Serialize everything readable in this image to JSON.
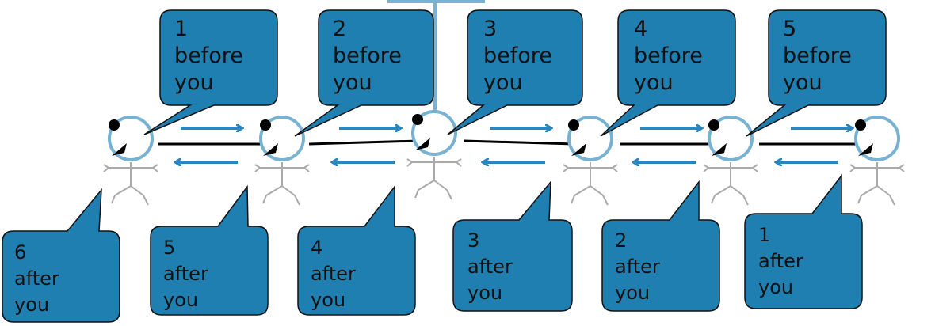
{
  "colors": {
    "bubble_fill": "#1f7fb0",
    "bubble_stroke": "#111111",
    "head_ring": "#78b2d2",
    "arrow": "#2b86c0",
    "rope": "#000000",
    "body_lines": "#aaaaaa",
    "pole": "#78b2d2"
  },
  "top_bubbles": [
    {
      "num": "1",
      "text": "1\nbefore\nyou"
    },
    {
      "num": "2",
      "text": "2\nbefore\nyou"
    },
    {
      "num": "3",
      "text": "3\nbefore\nyou"
    },
    {
      "num": "4",
      "text": "4\nbefore\nyou"
    },
    {
      "num": "5",
      "text": "5\nbefore\nyou"
    }
  ],
  "bottom_bubbles": [
    {
      "num": "6",
      "text": "6\nafter\nyou"
    },
    {
      "num": "5",
      "text": "5\nafter\nyou"
    },
    {
      "num": "4",
      "text": "4\nafter\nyou"
    },
    {
      "num": "3",
      "text": "3\nafter\nyou"
    },
    {
      "num": "2",
      "text": "2\nafter\nyou"
    },
    {
      "num": "1",
      "text": "1\nafter\nyou"
    }
  ],
  "figures": [
    "figure-1",
    "figure-2",
    "figure-3",
    "figure-4",
    "figure-5",
    "figure-6"
  ],
  "arrows": {
    "right": [
      "right-arrow",
      "right-arrow",
      "right-arrow",
      "right-arrow",
      "right-arrow"
    ],
    "left": [
      "left-arrow",
      "left-arrow",
      "left-arrow",
      "left-arrow",
      "left-arrow"
    ]
  }
}
